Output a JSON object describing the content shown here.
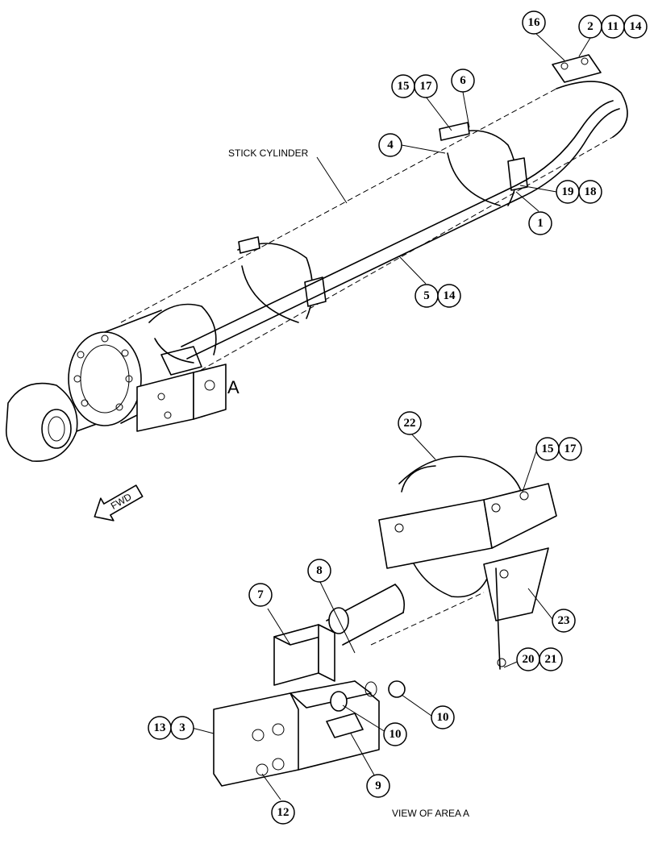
{
  "labels": {
    "stick_cylinder": "STICK CYLINDER",
    "area_marker": "A",
    "fwd_arrow": "FWD",
    "view_of_area": "VIEW OF AREA  A"
  },
  "callouts": {
    "c16": "16",
    "c2": "2",
    "c11": "11",
    "c14a": "14",
    "c15a": "15",
    "c17a": "17",
    "c6": "6",
    "c4": "4",
    "c19": "19",
    "c18": "18",
    "c1": "1",
    "c5": "5",
    "c14b": "14",
    "c22": "22",
    "c15b": "15",
    "c17b": "17",
    "c8": "8",
    "c7": "7",
    "c23": "23",
    "c20": "20",
    "c21": "21",
    "c13": "13",
    "c3": "3",
    "c10a": "10",
    "c10b": "10",
    "c9": "9",
    "c12": "12"
  }
}
